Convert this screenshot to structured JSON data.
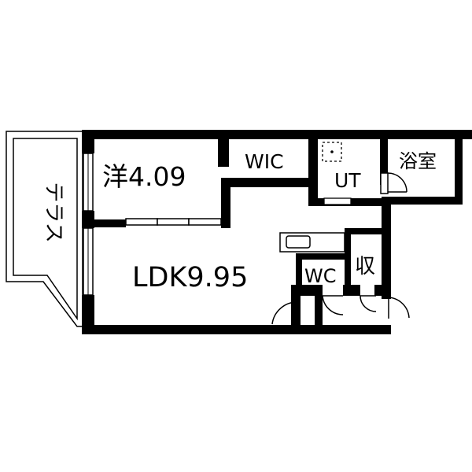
{
  "plan": {
    "wall_color": "#000000",
    "background_color": "#ffffff",
    "rooms": {
      "western_room": "洋4.09",
      "walk_in_closet": "WIC",
      "utility": "UT",
      "bathroom": "浴室",
      "ldk": "LDK9.95",
      "toilet": "WC",
      "storage": "収",
      "terrace": "テラス"
    }
  }
}
